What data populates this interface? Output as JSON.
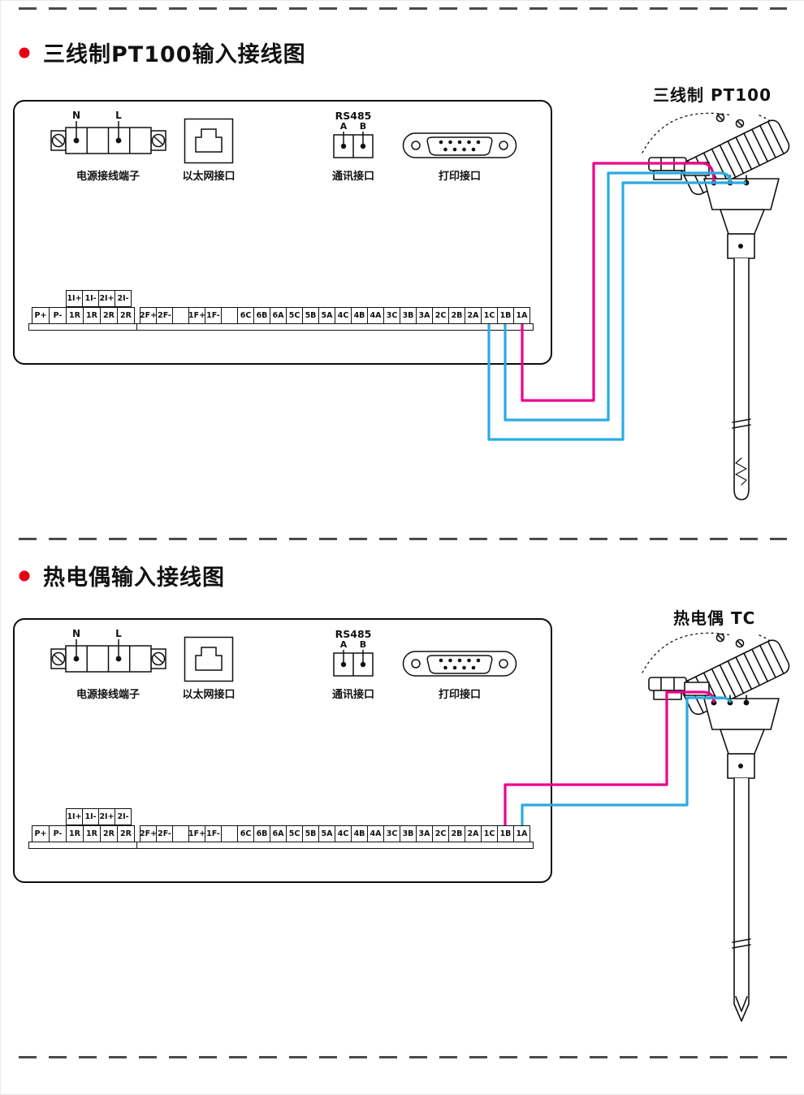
{
  "colors": {
    "bullet": "#e60012",
    "wire_magenta": "#ec008c",
    "wire_cyan": "#29abe2"
  },
  "sections": [
    {
      "title": "三线制PT100输入接线图",
      "sensor_label": "三线制 PT100",
      "panel": {
        "power_label": "电源接线端子",
        "power_n": "N",
        "power_l": "L",
        "ethernet_label": "以太网接口",
        "comm_title": "RS485",
        "comm_a": "A",
        "comm_b": "B",
        "comm_label": "通讯接口",
        "print_label": "打印接口",
        "aux_terminals": [
          "1I+",
          "1I-",
          "2I+",
          "2I-"
        ],
        "left_terminals": [
          "P+",
          "P-",
          "1R",
          "1R",
          "2R",
          "2R"
        ],
        "main_terminals": [
          "2F+",
          "2F-",
          "",
          "1F+",
          "1F-",
          "",
          "6C",
          "6B",
          "6A",
          "5C",
          "5B",
          "5A",
          "4C",
          "4B",
          "4A",
          "3C",
          "3B",
          "3A",
          "2C",
          "2B",
          "2A",
          "1C",
          "1B",
          "1A"
        ]
      }
    },
    {
      "title": "热电偶输入接线图",
      "sensor_label": "热电偶 TC",
      "panel": {
        "power_label": "电源接线端子",
        "power_n": "N",
        "power_l": "L",
        "ethernet_label": "以太网接口",
        "comm_title": "RS485",
        "comm_a": "A",
        "comm_b": "B",
        "comm_label": "通讯接口",
        "print_label": "打印接口",
        "aux_terminals": [
          "1I+",
          "1I-",
          "2I+",
          "2I-"
        ],
        "left_terminals": [
          "P+",
          "P-",
          "1R",
          "1R",
          "2R",
          "2R"
        ],
        "main_terminals": [
          "2F+",
          "2F-",
          "",
          "1F+",
          "1F-",
          "",
          "6C",
          "6B",
          "6A",
          "5C",
          "5B",
          "5A",
          "4C",
          "4B",
          "4A",
          "3C",
          "3B",
          "3A",
          "2C",
          "2B",
          "2A",
          "1C",
          "1B",
          "1A"
        ]
      }
    }
  ]
}
